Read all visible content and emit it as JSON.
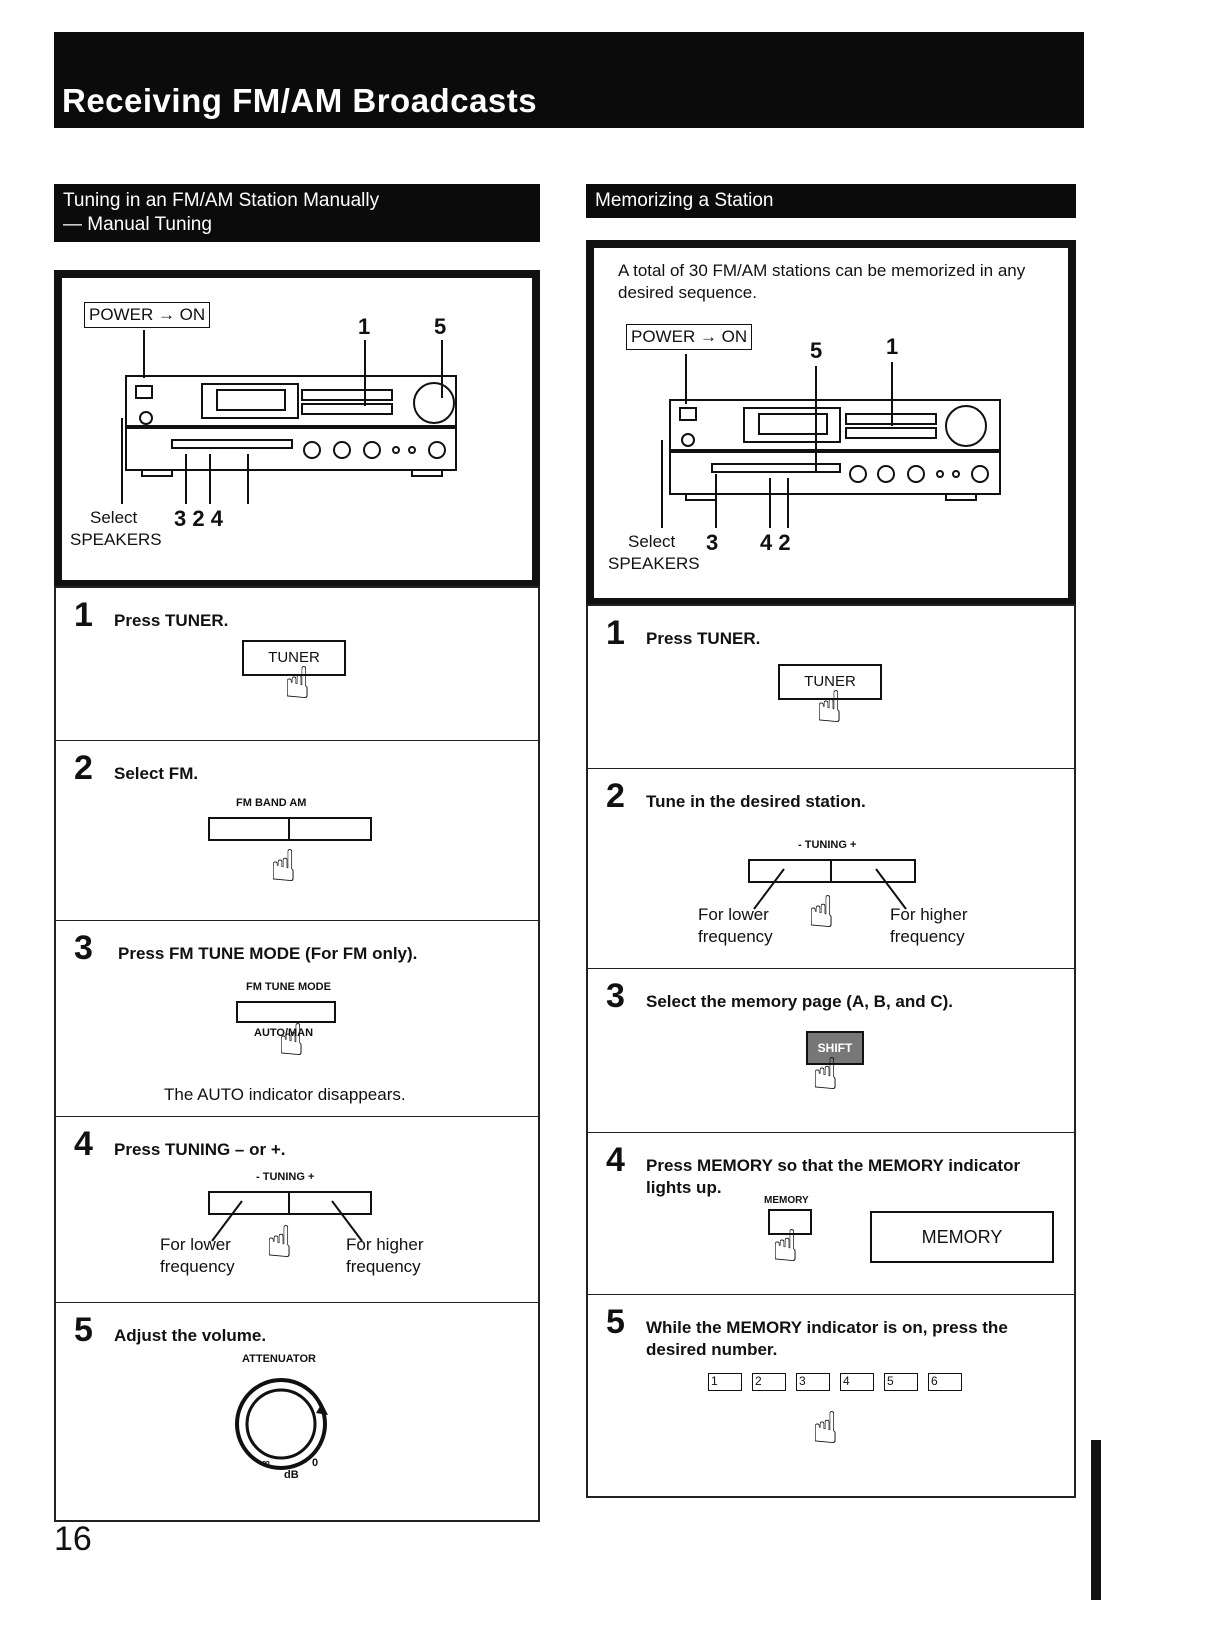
{
  "page_title": "Receiving FM/AM Broadcasts",
  "page_number": "16",
  "left": {
    "heading_line1": "Tuning in an FM/AM Station Manually",
    "heading_line2": "— Manual Tuning",
    "power_label": "POWER → ON",
    "callout_1": "1",
    "callout_5": "5",
    "callout_bottom": "3 2  4",
    "select_label": "Select",
    "speakers_label": "SPEAKERS",
    "steps": [
      {
        "num": "1",
        "text": "Press TUNER.",
        "button": "TUNER"
      },
      {
        "num": "2",
        "text": "Select FM.",
        "labels": "FM   BAND   AM"
      },
      {
        "num": "3",
        "text": "Press FM TUNE MODE (For FM only).",
        "top_label": "FM TUNE MODE",
        "bottom_label": "AUTO/MAN",
        "note": "The AUTO indicator disappears."
      },
      {
        "num": "4",
        "text": "Press TUNING – or +.",
        "top_label": "- TUNING +",
        "lower": "For lower",
        "lower2": "frequency",
        "higher": "For higher",
        "higher2": "frequency"
      },
      {
        "num": "5",
        "text": "Adjust the volume.",
        "top_label": "ATTENUATOR",
        "min": "∞",
        "max": "0",
        "unit": "dB"
      }
    ]
  },
  "right": {
    "heading": "Memorizing a Station",
    "intro": "A total of 30 FM/AM stations can be memorized in any desired sequence.",
    "power_label": "POWER → ON",
    "callout_5": "5",
    "callout_1": "1",
    "callout_3": "3",
    "callout_42": "4 2",
    "select_label": "Select",
    "speakers_label": "SPEAKERS",
    "steps": [
      {
        "num": "1",
        "text": "Press TUNER.",
        "button": "TUNER"
      },
      {
        "num": "2",
        "text": "Tune in the desired station.",
        "top_label": "- TUNING +",
        "lower": "For lower",
        "lower2": "frequency",
        "higher": "For higher",
        "higher2": "frequency"
      },
      {
        "num": "3",
        "text": "Select the memory page (A, B, and C).",
        "button": "SHIFT"
      },
      {
        "num": "4",
        "text": "Press MEMORY so that the MEMORY indicator",
        "text2": "lights up.",
        "small_label": "MEMORY",
        "display": "MEMORY"
      },
      {
        "num": "5",
        "text": "While the MEMORY indicator is on, press the",
        "text2": "desired number.",
        "keys": [
          "1",
          "2",
          "3",
          "4",
          "5",
          "6"
        ]
      }
    ]
  }
}
